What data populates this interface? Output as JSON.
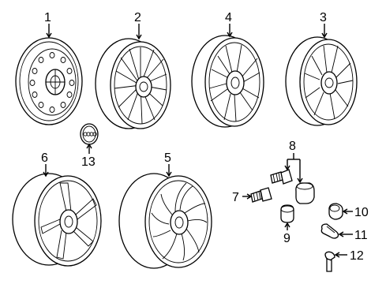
{
  "callouts": {
    "c1": "1",
    "c2": "2",
    "c3": "3",
    "c4": "4",
    "c5": "5",
    "c6": "6",
    "c7": "7",
    "c8": "8",
    "c9": "9",
    "c10": "10",
    "c11": "11",
    "c12": "12",
    "c13": "13"
  },
  "parts": [
    {
      "ref": "1",
      "name": "steel-wheel"
    },
    {
      "ref": "2",
      "name": "alloy-wheel-multispoke"
    },
    {
      "ref": "3",
      "name": "alloy-wheel-five-double-spoke"
    },
    {
      "ref": "4",
      "name": "alloy-wheel-twin-spoke"
    },
    {
      "ref": "5",
      "name": "alloy-wheel-rotor-design"
    },
    {
      "ref": "6",
      "name": "alloy-wheel-y-spoke"
    },
    {
      "ref": "7",
      "name": "wheel-bolt"
    },
    {
      "ref": "8",
      "name": "locking-bolt-set"
    },
    {
      "ref": "9",
      "name": "bolt-cap"
    },
    {
      "ref": "10",
      "name": "lock-adapter"
    },
    {
      "ref": "11",
      "name": "removal-tool-clip"
    },
    {
      "ref": "12",
      "name": "valve-stem"
    },
    {
      "ref": "13",
      "name": "center-cap"
    }
  ]
}
